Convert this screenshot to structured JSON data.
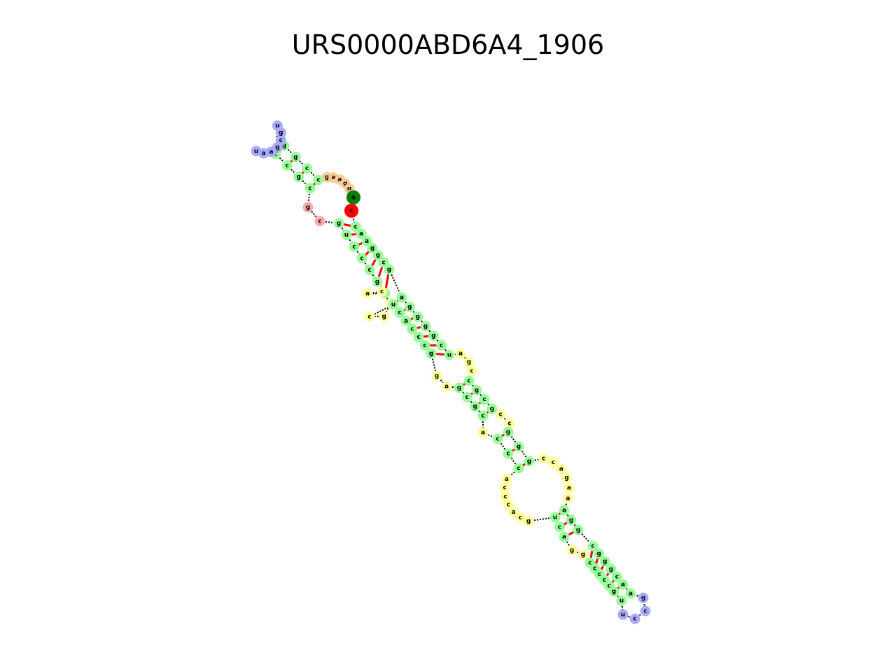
{
  "title": "URS0000ABD6A4_1906",
  "colors": {
    "stem": "#99ff99",
    "hairpin_loop": "#aaaaff",
    "interior_loop": "#ffff99",
    "multiloop": "#ffcc99",
    "five_prime_unpaired": "#ffaaaa",
    "start_marker": "#008000",
    "end_marker": "#ff0000",
    "backbone": "#000000",
    "basepair": "#ff0000"
  },
  "structure": {
    "upper_hairpin": {
      "stem_left": [
        "c",
        "c",
        "g",
        "c"
      ],
      "loop": [
        "u",
        "a",
        "a",
        "g",
        "c",
        "g",
        "u"
      ],
      "stem_right": [
        "g",
        "g",
        "c",
        "c"
      ]
    },
    "multiloop": [
      "g",
      "a",
      "a",
      "g",
      "g",
      "a"
    ],
    "five_prime": [
      "g",
      "c"
    ],
    "ends": [
      "a",
      "c"
    ],
    "main_stem_top": {
      "left": [
        "g",
        "u",
        "c",
        "c",
        "c",
        "g",
        "c"
      ],
      "right": [
        "c",
        "a",
        "a",
        "g",
        "g",
        "c",
        "g"
      ]
    },
    "bulge_1": [
      "a",
      "c",
      "u",
      "g",
      "c"
    ],
    "main_stem_mid": {
      "left": [
        "u",
        "c",
        "a",
        "c",
        "c",
        "c",
        "g"
      ],
      "right": [
        "a",
        "g",
        "g",
        "g",
        "g",
        "c",
        "u"
      ]
    },
    "interior_loop_1_right": [
      "a",
      "g",
      "c"
    ],
    "interior_loop_1_left": [
      "g",
      "a"
    ],
    "stem_3": {
      "left": [
        "g",
        "c",
        "g",
        "c"
      ],
      "right": [
        "c",
        "g",
        "c",
        "g"
      ]
    },
    "interior_loop_2_right": [
      "c",
      "c"
    ],
    "interior_loop_2_left": [
      "a"
    ],
    "stem_4": {
      "left": [
        "c",
        "c",
        "c"
      ],
      "right": [
        "g",
        "g",
        "g"
      ]
    },
    "large_interior_loop_right": [
      "c",
      "c",
      "a",
      "g",
      "a",
      "a"
    ],
    "large_interior_loop_left": [
      "a",
      "c",
      "c",
      "c",
      "a",
      "c",
      "g"
    ],
    "stem_5": {
      "left": [
        "u",
        "c",
        "a"
      ],
      "right": [
        "a",
        "g",
        "g"
      ]
    },
    "interior_loop_3": [
      "g",
      "g"
    ],
    "stem_6": {
      "left": [
        "c",
        "c",
        "c",
        "c",
        "c",
        "g"
      ],
      "right": [
        "c",
        "g",
        "g",
        "g",
        "c",
        "a"
      ]
    },
    "lower_hairpin_loop": [
      "g",
      "c",
      "c",
      "u"
    ]
  }
}
